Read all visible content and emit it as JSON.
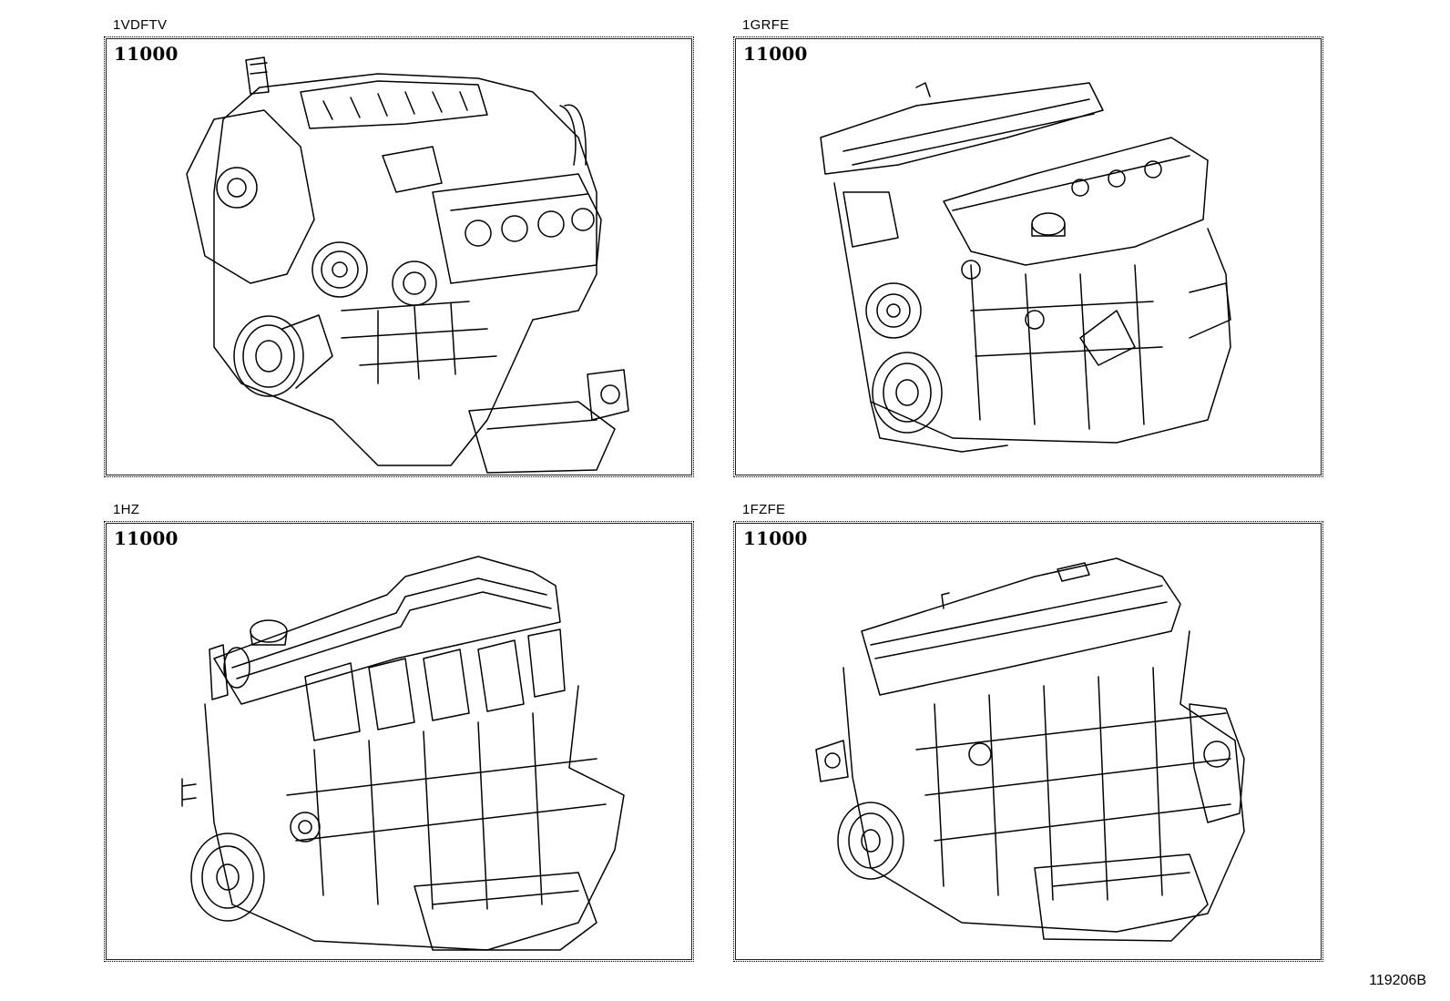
{
  "panels": [
    {
      "engine": "1VDFTV",
      "part_number": "11000",
      "drawing": "v8-diesel-engine-assembly-icon"
    },
    {
      "engine": "1GRFE",
      "part_number": "11000",
      "drawing": "v6-engine-assembly-icon"
    },
    {
      "engine": "1HZ",
      "part_number": "11000",
      "drawing": "inline6-diesel-engine-assembly-icon"
    },
    {
      "engine": "1FZFE",
      "part_number": "11000",
      "drawing": "inline6-petrol-engine-assembly-icon"
    }
  ],
  "figure_code": "119206B"
}
